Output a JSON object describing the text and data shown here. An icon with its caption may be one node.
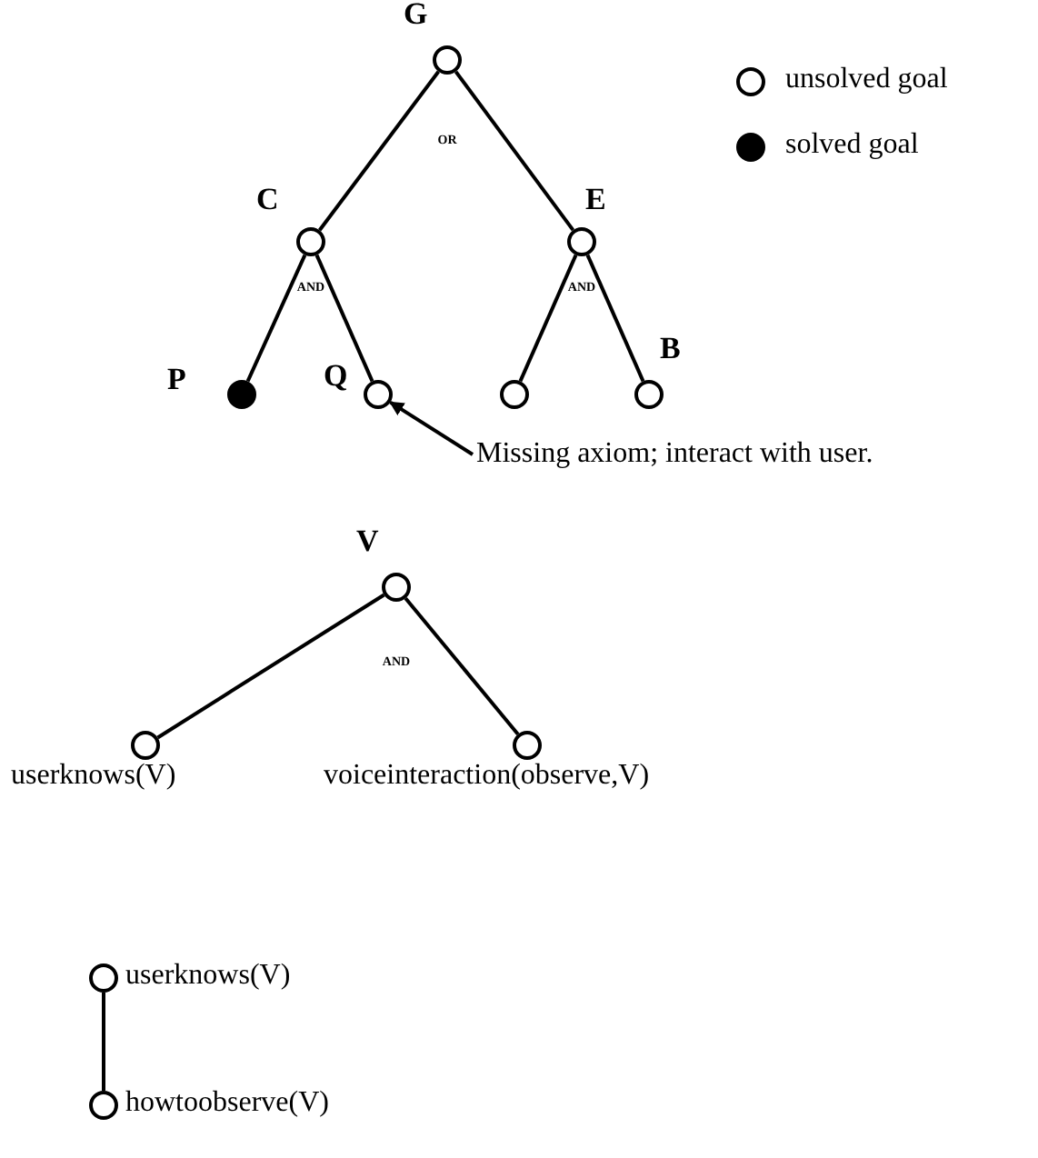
{
  "diagram": {
    "nodes": [
      {
        "text": [
          "G"
        ]
      },
      {
        "text": [
          "C"
        ]
      },
      {
        "text": [
          "E"
        ]
      },
      {
        "text": [
          "P"
        ]
      },
      {
        "text": [
          "Q"
        ]
      },
      {
        "text": [],
        "shape": "circle"
      },
      {
        "text": [
          "B"
        ]
      },
      {
        "text": [
          "Missing axiom; interact with user."
        ]
      },
      {
        "text": [
          "V"
        ]
      },
      {
        "text": [
          "userknows(V)"
        ]
      },
      {
        "text": [
          "voiceinteraction(observe,V)"
        ]
      },
      {
        "text": [
          "userknows(V)"
        ]
      },
      {
        "text": [
          "howtoobserve(V)"
        ]
      }
    ],
    "edges": [
      {
        "from": 0,
        "to": 1,
        "arrow": "none"
      },
      {
        "from": 0,
        "to": 2,
        "arrow": "none"
      },
      {
        "from": 1,
        "to": 3,
        "arrow": "none"
      },
      {
        "from": 1,
        "to": 4,
        "arrow": "none"
      },
      {
        "from": 2,
        "to": 5,
        "arrow": "none"
      },
      {
        "from": 2,
        "to": 6,
        "arrow": "none"
      },
      {
        "from": 7,
        "to": 4,
        "arrow": "to"
      },
      {
        "from": 8,
        "to": 9,
        "arrow": "none"
      },
      {
        "from": 8,
        "to": 10,
        "arrow": "none"
      },
      {
        "from": 11,
        "to": 12,
        "arrow": "none"
      }
    ],
    "labels": [
      "OR",
      "AND",
      "AND",
      "AND"
    ],
    "legend": [
      {
        "text": "unsolved goal"
      },
      {
        "text": "solved goal"
      }
    ]
  }
}
